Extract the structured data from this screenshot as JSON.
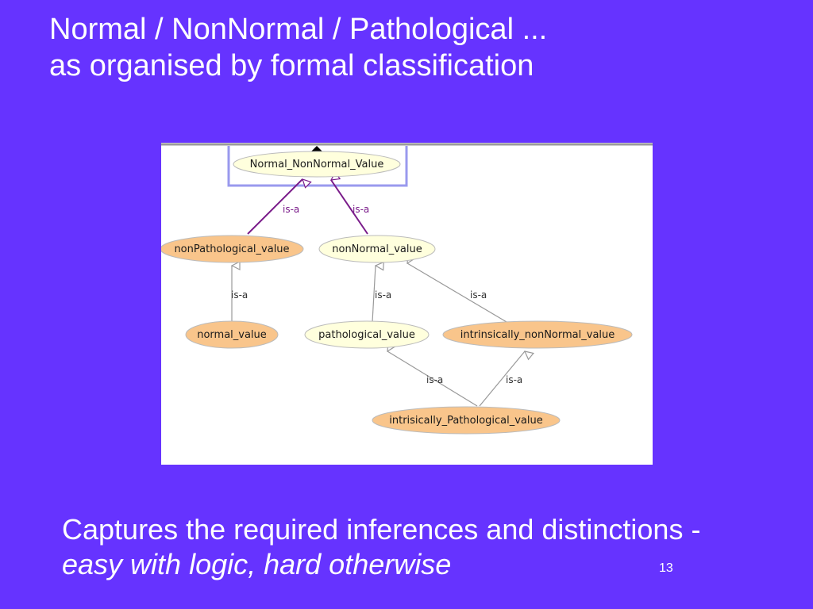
{
  "slide": {
    "title_line1": "Normal / NonNormal / Pathological ...",
    "title_line2": "as organised by formal classification",
    "caption_line1": "Captures the required inferences and distinctions -",
    "caption_line2": "easy with logic, hard otherwise",
    "page_number": "13"
  },
  "diagram": {
    "nodes": {
      "root": "Normal_NonNormal_Value",
      "nonpathological": "nonPathological_value",
      "nonnormal": "nonNormal_value",
      "normal": "normal_value",
      "pathological": "pathological_value",
      "intrinsically_nonnormal": "intrinsically_nonNormal_value",
      "intrisically_pathological": "intrisically_Pathological_value"
    },
    "edge_label": "is-a",
    "colors": {
      "defined_class": "#F9C58B",
      "primitive_class": "#FFFFDD",
      "inferred_edge": "#7A1C8A",
      "asserted_edge": "#999999",
      "selection_box": "#9999EE"
    }
  }
}
